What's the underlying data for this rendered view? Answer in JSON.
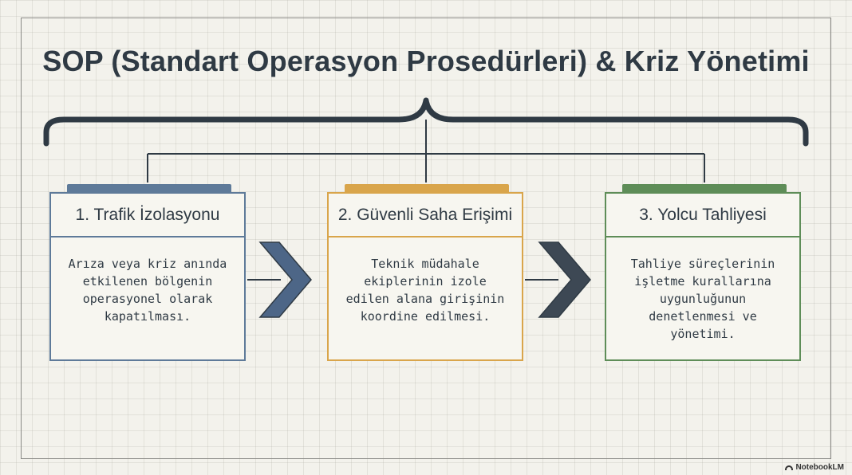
{
  "title": "SOP (Standart Operasyon Prosedürleri) & Kriz Yönetimi",
  "steps": [
    {
      "heading": "1. Trafik İzolasyonu",
      "lines": [
        "Arıza veya kriz anında",
        "etkilenen bölgenin",
        "operasyonel olarak",
        "kapatılması."
      ],
      "color": "#5e7a99"
    },
    {
      "heading": "2. Güvenli Saha Erişimi",
      "lines": [
        "Teknik müdahale",
        "ekiplerinin izole",
        "edilen alana girişinin",
        "koordine edilmesi."
      ],
      "color": "#d9a54b"
    },
    {
      "heading": "3. Yolcu Tahliyesi",
      "lines": [
        "Tahliye süreçlerinin",
        "işletme kurallarına",
        "uygunluğunun",
        "denetlenmesi ve",
        "yönetimi."
      ],
      "color": "#5e8d58"
    }
  ],
  "colors": {
    "line": "#2f3a44",
    "arrow_1": "#4d6687",
    "arrow_2": "#3d4854"
  },
  "watermark": "NotebookLM"
}
